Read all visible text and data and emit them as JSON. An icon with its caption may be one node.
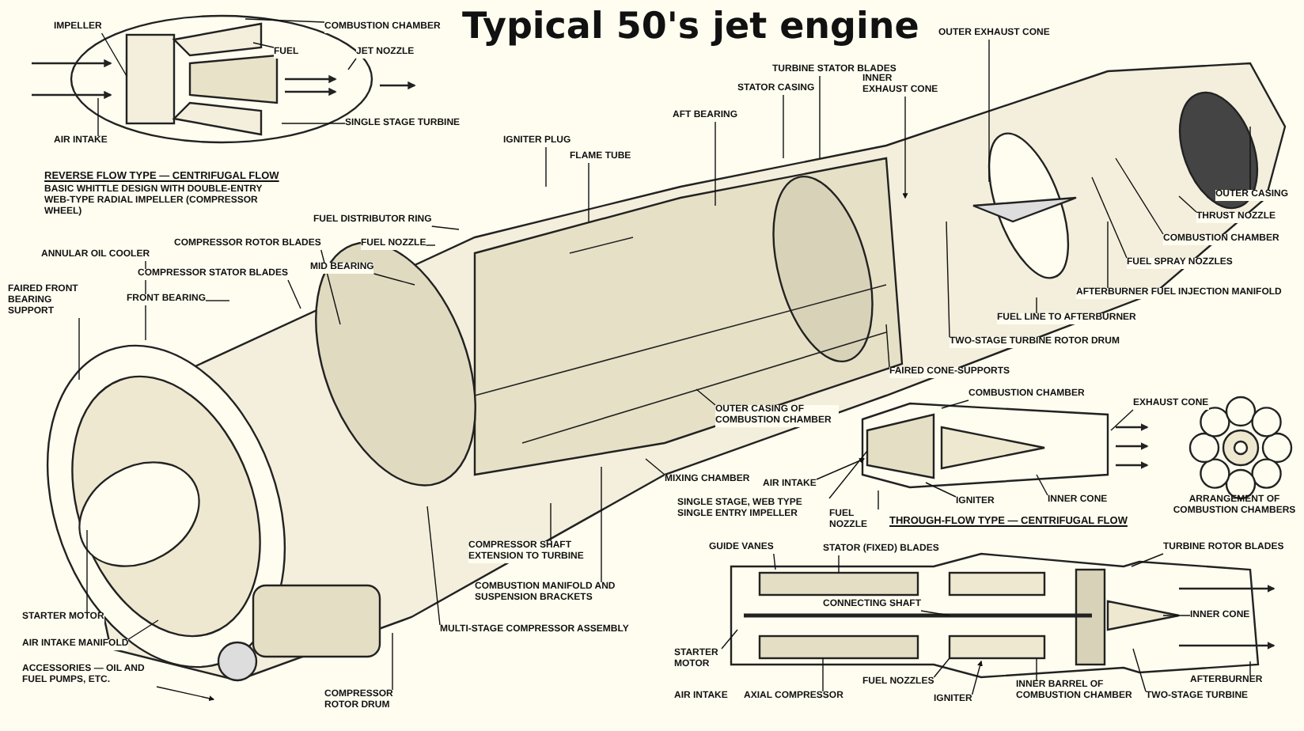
{
  "diagram": {
    "title": "Typical 50's jet engine",
    "nodes": [
      {
        "text": [
          "IMPELLER"
        ]
      },
      {
        "text": [
          "COMBUSTION CHAMBER"
        ]
      },
      {
        "text": [
          "FUEL"
        ]
      },
      {
        "text": [
          "JET NOZZLE"
        ]
      },
      {
        "text": [
          "AIR INTAKE"
        ]
      },
      {
        "text": [
          "SINGLE STAGE TURBINE"
        ]
      },
      {
        "text": [
          "IGNITER PLUG"
        ]
      },
      {
        "text": [
          "FLAME TUBE"
        ]
      },
      {
        "text": [
          "AFT BEARING"
        ]
      },
      {
        "text": [
          "STATOR CASING"
        ]
      },
      {
        "text": [
          "TURBINE STATOR BLADES"
        ]
      },
      {
        "text": [
          "INNER EXHAUST CONE"
        ]
      },
      {
        "text": [
          "OUTER EXHAUST CONE"
        ]
      },
      {
        "text": [
          "OUTER CASING"
        ]
      },
      {
        "text": [
          "THRUST NOZZLE"
        ]
      },
      {
        "text": [
          "COMBUSTION CHAMBER"
        ]
      },
      {
        "text": [
          "FUEL SPRAY NOZZLES"
        ]
      },
      {
        "text": [
          "AFTERBURNER FUEL INJECTION MANIFOLD"
        ]
      },
      {
        "text": [
          "FUEL LINE TO AFTERBURNER"
        ]
      },
      {
        "text": [
          "TWO-STAGE TURBINE ROTOR DRUM"
        ]
      },
      {
        "text": [
          "FAIRED CONE-SUPPORTS"
        ]
      },
      {
        "text": [
          "FUEL DISTRIBUTOR RING"
        ]
      },
      {
        "text": [
          "FUEL NOZZLE"
        ]
      },
      {
        "text": [
          "MID BEARING"
        ]
      },
      {
        "text": [
          "COMPRESSOR ROTOR BLADES"
        ]
      },
      {
        "text": [
          "COMPRESSOR STATOR BLADES"
        ]
      },
      {
        "text": [
          "ANNULAR OIL COOLER"
        ]
      },
      {
        "text": [
          "FRONT BEARING"
        ]
      },
      {
        "text": [
          "FAIRED FRONT BEARING SUPPORT"
        ]
      },
      {
        "text": [
          "STARTER MOTOR"
        ]
      },
      {
        "text": [
          "AIR INTAKE MANIFOLD"
        ]
      },
      {
        "text": [
          "ACCESSORIES — OIL AND FUEL PUMPS, ETC."
        ]
      },
      {
        "text": [
          "COMPRESSOR ROTOR DRUM"
        ]
      },
      {
        "text": [
          "COMPRESSOR SHAFT EXTENSION TO TURBINE"
        ]
      },
      {
        "text": [
          "COMBUSTION MANIFOLD AND SUSPENSION BRACKETS"
        ]
      },
      {
        "text": [
          "MULTI-STAGE COMPRESSOR ASSEMBLY"
        ]
      },
      {
        "text": [
          "COMBUSTION CHAMBER"
        ]
      },
      {
        "text": [
          "EXHAUST CONE"
        ]
      },
      {
        "text": [
          "OUTER CASING OF COMBUSTION CHAMBER"
        ]
      },
      {
        "text": [
          "MIXING CHAMBER"
        ]
      },
      {
        "text": [
          "AIR INTAKE"
        ]
      },
      {
        "text": [
          "SINGLE STAGE, WEB TYPE SINGLE ENTRY IMPELLER"
        ]
      },
      {
        "text": [
          "FUEL NOZZLE"
        ]
      },
      {
        "text": [
          "IGNITER"
        ]
      },
      {
        "text": [
          "INNER CONE"
        ]
      },
      {
        "text": [
          "GUIDE VANES"
        ]
      },
      {
        "text": [
          "STATOR (FIXED) BLADES"
        ]
      },
      {
        "text": [
          "TURBINE ROTOR BLADES"
        ]
      },
      {
        "text": [
          "CONNECTING SHAFT"
        ]
      },
      {
        "text": [
          "INNER CONE"
        ]
      },
      {
        "text": [
          "STARTER MOTOR"
        ]
      },
      {
        "text": [
          "AXIAL COMPRESSOR"
        ]
      },
      {
        "text": [
          "FUEL NOZZLES"
        ]
      },
      {
        "text": [
          "IGNITER"
        ]
      },
      {
        "text": [
          "INNER BARREL OF COMBUSTION CHAMBER"
        ]
      },
      {
        "text": [
          "TWO-STAGE TURBINE"
        ]
      },
      {
        "text": [
          "AFTERBURNER"
        ]
      }
    ],
    "edges": [
      {
        "from": 0,
        "to": null,
        "arrow": "none"
      },
      {
        "from": 1,
        "to": null,
        "arrow": "none"
      },
      {
        "from": 2,
        "to": null,
        "arrow": "none"
      },
      {
        "from": 3,
        "to": null,
        "arrow": "none"
      },
      {
        "from": 4,
        "to": null,
        "arrow": "none"
      },
      {
        "from": 5,
        "to": null,
        "arrow": "none"
      },
      {
        "from": 6,
        "to": null,
        "arrow": "none"
      },
      {
        "from": 7,
        "to": null,
        "arrow": "none"
      },
      {
        "from": 8,
        "to": null,
        "arrow": "none"
      },
      {
        "from": 9,
        "to": null,
        "arrow": "none"
      },
      {
        "from": 10,
        "to": null,
        "arrow": "none"
      },
      {
        "from": 11,
        "to": null,
        "arrow": "to"
      },
      {
        "from": 12,
        "to": null,
        "arrow": "none"
      },
      {
        "from": 13,
        "to": null,
        "arrow": "none"
      },
      {
        "from": 14,
        "to": null,
        "arrow": "none"
      },
      {
        "from": 15,
        "to": null,
        "arrow": "none"
      },
      {
        "from": 16,
        "to": null,
        "arrow": "none"
      },
      {
        "from": 17,
        "to": null,
        "arrow": "none"
      },
      {
        "from": 18,
        "to": null,
        "arrow": "none"
      },
      {
        "from": 19,
        "to": null,
        "arrow": "none"
      },
      {
        "from": 20,
        "to": null,
        "arrow": "none"
      },
      {
        "from": 21,
        "to": null,
        "arrow": "none"
      },
      {
        "from": 22,
        "to": null,
        "arrow": "none"
      },
      {
        "from": 23,
        "to": null,
        "arrow": "none"
      },
      {
        "from": 24,
        "to": null,
        "arrow": "none"
      },
      {
        "from": 25,
        "to": null,
        "arrow": "none"
      },
      {
        "from": 26,
        "to": null,
        "arrow": "none"
      },
      {
        "from": 27,
        "to": null,
        "arrow": "none"
      },
      {
        "from": 28,
        "to": null,
        "arrow": "none"
      },
      {
        "from": 29,
        "to": null,
        "arrow": "none"
      },
      {
        "from": 30,
        "to": null,
        "arrow": "none"
      },
      {
        "from": 31,
        "to": null,
        "arrow": "to"
      },
      {
        "from": 32,
        "to": null,
        "arrow": "none"
      },
      {
        "from": 33,
        "to": null,
        "arrow": "none"
      },
      {
        "from": 34,
        "to": null,
        "arrow": "none"
      },
      {
        "from": 35,
        "to": null,
        "arrow": "none"
      },
      {
        "from": 36,
        "to": null,
        "arrow": "none"
      },
      {
        "from": 37,
        "to": null,
        "arrow": "none"
      },
      {
        "from": 38,
        "to": null,
        "arrow": "none"
      },
      {
        "from": 39,
        "to": null,
        "arrow": "none"
      },
      {
        "from": 40,
        "to": null,
        "arrow": "to"
      },
      {
        "from": 41,
        "to": null,
        "arrow": "none"
      },
      {
        "from": 42,
        "to": null,
        "arrow": "none"
      },
      {
        "from": 43,
        "to": null,
        "arrow": "none"
      },
      {
        "from": 44,
        "to": null,
        "arrow": "none"
      },
      {
        "from": 45,
        "to": null,
        "arrow": "none"
      },
      {
        "from": 46,
        "to": null,
        "arrow": "none"
      },
      {
        "from": 47,
        "to": null,
        "arrow": "none"
      },
      {
        "from": 48,
        "to": null,
        "arrow": "none"
      },
      {
        "from": 49,
        "to": null,
        "arrow": "none"
      },
      {
        "from": 50,
        "to": null,
        "arrow": "none"
      },
      {
        "from": 51,
        "to": null,
        "arrow": "none"
      },
      {
        "from": 52,
        "to": null,
        "arrow": "none"
      },
      {
        "from": 53,
        "to": null,
        "arrow": "to"
      },
      {
        "from": 54,
        "to": null,
        "arrow": "none"
      },
      {
        "from": 55,
        "to": null,
        "arrow": "none"
      },
      {
        "from": 56,
        "to": null,
        "arrow": "none"
      }
    ],
    "labels": [
      "REVERSE FLOW TYPE — CENTRIFUGAL FLOW",
      "BASIC WHITTLE DESIGN WITH DOUBLE-ENTRY WEB-TYPE RADIAL IMPELLER (COMPRESSOR WHEEL)",
      "THROUGH-FLOW TYPE — CENTRIFUGAL FLOW",
      "ARRANGEMENT OF COMBUSTION CHAMBERS",
      "AIR INTAKE"
    ]
  }
}
